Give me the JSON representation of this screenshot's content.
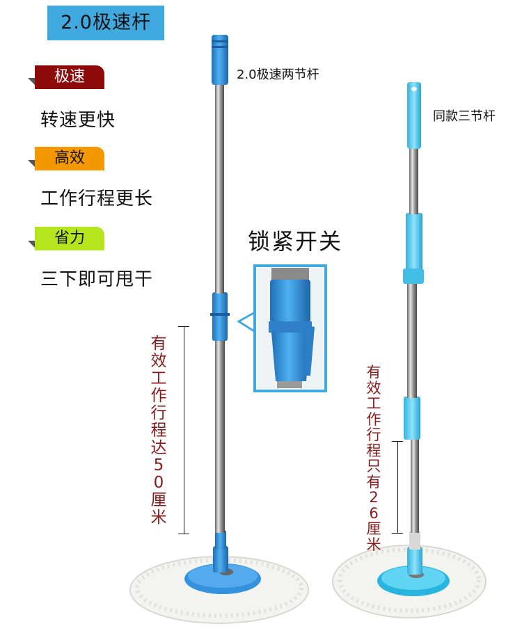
{
  "title": "2.0极速杆",
  "features": [
    {
      "tag": "极速",
      "tag_color": "#8e0b0b",
      "tag_text_color": "#ffffff",
      "desc": "转速更快"
    },
    {
      "tag": "高效",
      "tag_color": "#f39800",
      "tag_text_color": "#111111",
      "desc": "工作行程更长"
    },
    {
      "tag": "省力",
      "tag_color": "#b5e61d",
      "tag_text_color": "#111111",
      "desc": "三下即可甩干"
    }
  ],
  "left_mop_label": "2.0极速两节杆",
  "right_mop_label": "同款三节杆",
  "lock_label": "锁紧开关",
  "left_range_text": "有效工作行程达50厘米",
  "right_range_text": "有效工作行程只有26厘米",
  "colors": {
    "accent_blue": "#3fa9e0",
    "mop_blue": "#2f8ed8",
    "light_blue": "#52c8ee",
    "range_red": "#8b1a1a"
  }
}
